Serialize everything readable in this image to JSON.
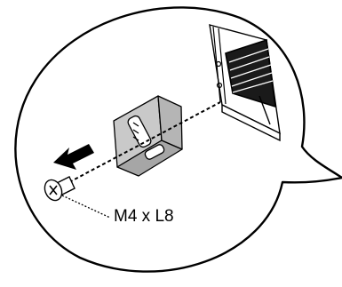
{
  "screw_label": "M4 x L8",
  "colors": {
    "line": "#000000",
    "bracket_fill": "#c9c9c9",
    "bracket_shade": "#a6a6a6",
    "background": "#ffffff"
  },
  "icons": {
    "arrow": "removal-direction-arrow",
    "screw": "phillips-screw-icon",
    "bracket": "l-bracket",
    "device": "device-corner-with-vent"
  }
}
